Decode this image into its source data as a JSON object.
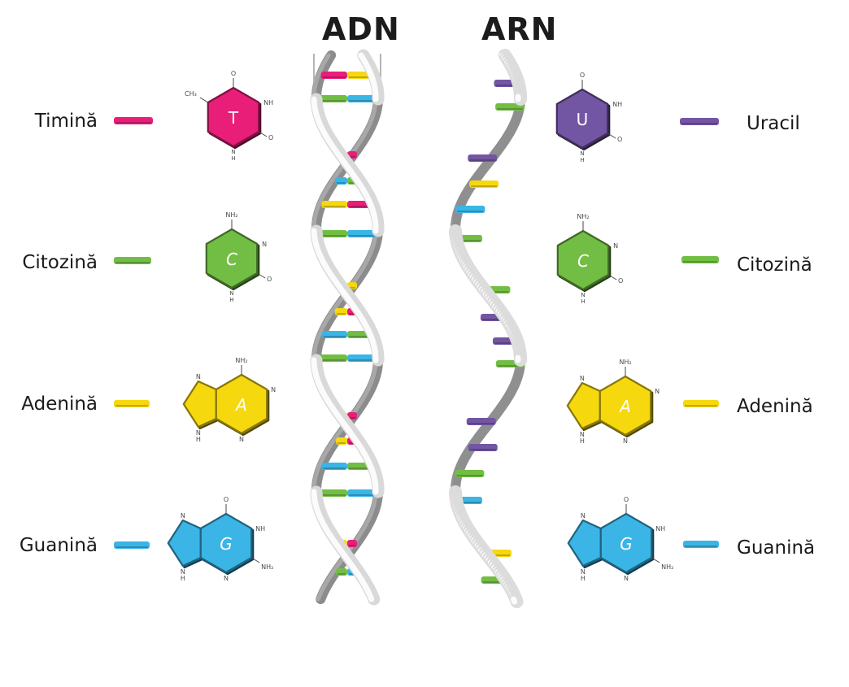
{
  "titles": {
    "dna": "ADN",
    "rna": "ARN"
  },
  "colors": {
    "thymine": "#e91e78",
    "cytosine": "#72be44",
    "adenine": "#f6d80f",
    "guanine": "#3ab5e6",
    "uracil": "#7256a3",
    "backbone": "#9a9a9a"
  },
  "left_bases": [
    {
      "name": "Timină",
      "letter": "T",
      "color_key": "thymine",
      "icon": "thymine-molecule-icon"
    },
    {
      "name": "Citozină",
      "letter": "C",
      "color_key": "cytosine",
      "icon": "cytosine-molecule-icon"
    },
    {
      "name": "Adenină",
      "letter": "A",
      "color_key": "adenine",
      "icon": "adenine-molecule-icon"
    },
    {
      "name": "Guanină",
      "letter": "G",
      "color_key": "guanine",
      "icon": "guanine-molecule-icon"
    }
  ],
  "right_bases": [
    {
      "name": "Uracil",
      "letter": "U",
      "color_key": "uracil",
      "icon": "uracil-molecule-icon"
    },
    {
      "name": "Citozină",
      "letter": "C",
      "color_key": "cytosine",
      "icon": "cytosine-molecule-icon"
    },
    {
      "name": "Adenină",
      "letter": "A",
      "color_key": "adenine",
      "icon": "adenine-molecule-icon"
    },
    {
      "name": "Guanină",
      "letter": "G",
      "color_key": "guanine",
      "icon": "guanine-molecule-icon"
    }
  ],
  "molecule_text": {
    "ch3": "CH₃",
    "nh": "NH",
    "nh2": "NH₂",
    "n": "N",
    "h": "H",
    "o": "O"
  },
  "dna_pairs": [
    [
      "thymine",
      "adenine"
    ],
    [
      "cytosine",
      "guanine"
    ],
    [
      "adenine",
      "thymine"
    ],
    [
      "guanine",
      "cytosine"
    ],
    [
      "adenine",
      "thymine"
    ],
    [
      "cytosine",
      "guanine"
    ],
    [
      "thymine",
      "adenine"
    ],
    [
      "adenine",
      "thymine"
    ],
    [
      "guanine",
      "cytosine"
    ],
    [
      "cytosine",
      "guanine"
    ],
    [
      "adenine",
      "thymine"
    ],
    [
      "adenine",
      "thymine"
    ],
    [
      "guanine",
      "cytosine"
    ],
    [
      "cytosine",
      "guanine"
    ],
    [
      "adenine",
      "thymine"
    ],
    [
      "cytosine",
      "guanine"
    ]
  ],
  "rna_bases": [
    "uracil",
    "cytosine",
    "uracil",
    "adenine",
    "guanine",
    "cytosine",
    "cytosine",
    "uracil",
    "uracil",
    "cytosine",
    "uracil",
    "uracil",
    "cytosine",
    "guanine",
    "adenine",
    "cytosine"
  ]
}
